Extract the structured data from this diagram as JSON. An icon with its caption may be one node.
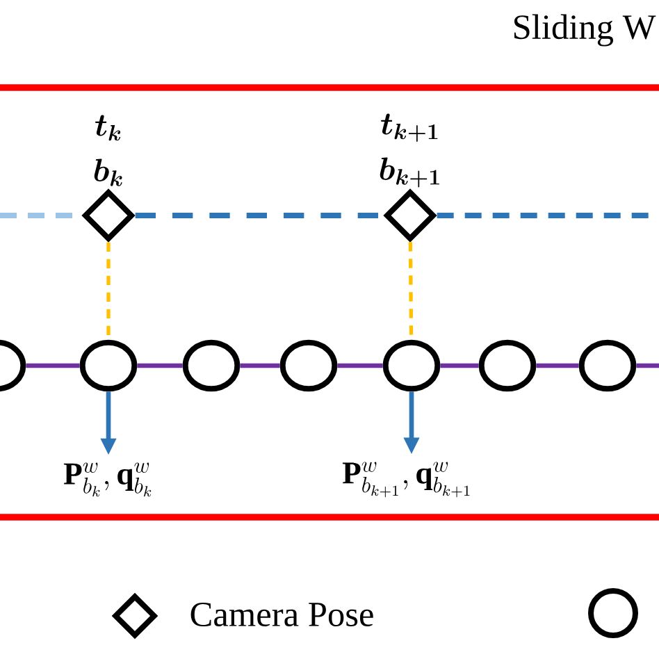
{
  "diagram": {
    "title": "Sliding W",
    "nodes": [
      {
        "text": [
          "\\boldsymbol{t_k}",
          "\\boldsymbol{b_k}"
        ]
      },
      {
        "text": [
          "\\boldsymbol{t_{k+1}}",
          "\\boldsymbol{b_{k+1}}"
        ]
      },
      {
        "text": [],
        "shape": "circle"
      },
      {
        "text": [],
        "shape": "circle"
      },
      {
        "text": [],
        "shape": "circle"
      },
      {
        "text": [],
        "shape": "circle"
      },
      {
        "text": [],
        "shape": "circle"
      },
      {
        "text": [],
        "shape": "circle"
      },
      {
        "text": [],
        "shape": "circle"
      },
      {
        "text": [
          "\\mathbf{P}^{w}_{b_k}, \\mathbf{q}^{w}_{b_k}"
        ]
      },
      {
        "text": [
          "\\mathbf{P}^{w}_{b_{k+1}}, \\mathbf{q}^{w}_{b_{k+1}}"
        ]
      }
    ],
    "edges": [
      {
        "from": null,
        "to": 0,
        "arrow": "none",
        "style": "dashed",
        "color": "#9dc3e6"
      },
      {
        "from": 0,
        "to": 1,
        "arrow": "none",
        "style": "dashed",
        "color": "#2e75b6"
      },
      {
        "from": 1,
        "to": null,
        "arrow": "none",
        "style": "dashed",
        "color": "#2e75b6"
      },
      {
        "from": 0,
        "to": 3,
        "arrow": "none",
        "style": "dashed",
        "color": "#ffc000"
      },
      {
        "from": 1,
        "to": 6,
        "arrow": "none",
        "style": "dashed",
        "color": "#ffc000"
      },
      {
        "from": 2,
        "to": 3,
        "arrow": "none",
        "color": "#7030a0"
      },
      {
        "from": 3,
        "to": 4,
        "arrow": "none",
        "color": "#7030a0"
      },
      {
        "from": 4,
        "to": 5,
        "arrow": "none",
        "color": "#7030a0"
      },
      {
        "from": 5,
        "to": 6,
        "arrow": "none",
        "color": "#7030a0"
      },
      {
        "from": 6,
        "to": 7,
        "arrow": "none",
        "color": "#7030a0"
      },
      {
        "from": 7,
        "to": 8,
        "arrow": "none",
        "color": "#7030a0"
      },
      {
        "from": 8,
        "to": null,
        "arrow": "none",
        "color": "#7030a0"
      },
      {
        "from": 3,
        "to": 9,
        "arrow": "to",
        "color": "#2e75b6"
      },
      {
        "from": 6,
        "to": 10,
        "arrow": "to",
        "color": "#2e75b6"
      }
    ],
    "legend": [
      {
        "text": "Camera Pose"
      }
    ]
  }
}
